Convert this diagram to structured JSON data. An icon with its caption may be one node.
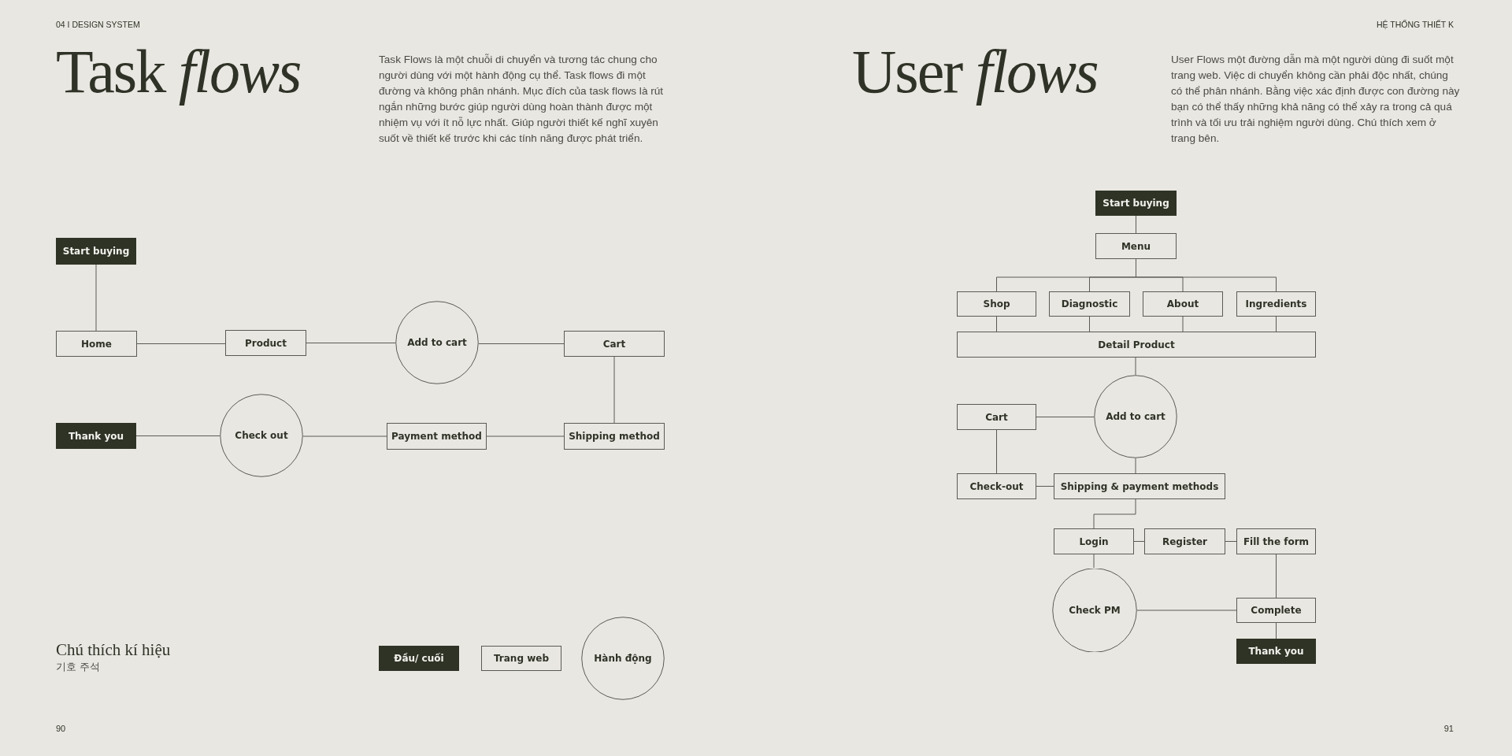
{
  "diagram": {
    "nodes": [
      {
        "text": [
          "Start buying"
        ]
      },
      {
        "text": [
          "Home"
        ]
      },
      {
        "text": [
          "Product"
        ]
      },
      {
        "text": [
          "Add to cart"
        ]
      },
      {
        "text": [
          "Cart"
        ]
      },
      {
        "text": [
          "Thank you"
        ]
      },
      {
        "text": [
          "Check out"
        ]
      },
      {
        "text": [
          "Payment method"
        ]
      },
      {
        "text": [
          "Shipping method"
        ]
      },
      {
        "text": [
          "Start buying"
        ]
      },
      {
        "text": [
          "Menu"
        ]
      },
      {
        "text": [
          "Shop"
        ]
      },
      {
        "text": [
          "Diagnostic"
        ]
      },
      {
        "text": [
          "About"
        ]
      },
      {
        "text": [
          "Ingredients"
        ]
      },
      {
        "text": [
          "Detail Product"
        ]
      },
      {
        "text": [
          "Cart"
        ]
      },
      {
        "text": [
          "Add to cart"
        ]
      },
      {
        "text": [
          "Check-out"
        ]
      },
      {
        "text": [
          "Shipping & payment methods"
        ]
      },
      {
        "text": [
          "Login"
        ]
      },
      {
        "text": [
          "Register"
        ]
      },
      {
        "text": [
          "Fill the form"
        ]
      },
      {
        "text": [
          "Check PM"
        ]
      },
      {
        "text": [
          "Complete"
        ]
      },
      {
        "text": [
          "Thank you"
        ]
      },
      {
        "text": [
          "Đầu/ cuối"
        ]
      },
      {
        "text": [
          "Trang web"
        ]
      },
      {
        "text": [
          "Hành động"
        ]
      }
    ],
    "edges": [
      {
        "from": 0,
        "to": 1,
        "arrow": "none"
      },
      {
        "from": 1,
        "to": 2,
        "arrow": "none"
      },
      {
        "from": 2,
        "to": 3,
        "arrow": "none"
      },
      {
        "from": 3,
        "to": 4,
        "arrow": "none"
      },
      {
        "from": 4,
        "to": 8,
        "arrow": "none"
      },
      {
        "from": 8,
        "to": 7,
        "arrow": "none"
      },
      {
        "from": 7,
        "to": 6,
        "arrow": "none"
      },
      {
        "from": 6,
        "to": 5,
        "arrow": "none"
      },
      {
        "from": 9,
        "to": 10,
        "arrow": "none"
      },
      {
        "from": 10,
        "to": 11,
        "arrow": "none"
      },
      {
        "from": 10,
        "to": 12,
        "arrow": "none"
      },
      {
        "from": 10,
        "to": 13,
        "arrow": "none"
      },
      {
        "from": 10,
        "to": 14,
        "arrow": "none"
      },
      {
        "from": 11,
        "to": 15,
        "arrow": "none"
      },
      {
        "from": 12,
        "to": 15,
        "arrow": "none"
      },
      {
        "from": 13,
        "to": 15,
        "arrow": "none"
      },
      {
        "from": 14,
        "to": 15,
        "arrow": "none"
      },
      {
        "from": 15,
        "to": 17,
        "arrow": "none"
      },
      {
        "from": 17,
        "to": 16,
        "arrow": "none"
      },
      {
        "from": 16,
        "to": 18,
        "arrow": "none"
      },
      {
        "from": 18,
        "to": 19,
        "arrow": "none"
      },
      {
        "from": 17,
        "to": 19,
        "arrow": "none"
      },
      {
        "from": 19,
        "to": 20,
        "arrow": "none"
      },
      {
        "from": 20,
        "to": 21,
        "arrow": "none"
      },
      {
        "from": 21,
        "to": 22,
        "arrow": "none"
      },
      {
        "from": 20,
        "to": 23,
        "arrow": "none"
      },
      {
        "from": 22,
        "to": 24,
        "arrow": "none"
      },
      {
        "from": 23,
        "to": 24,
        "arrow": "none"
      },
      {
        "from": 24,
        "to": 25,
        "arrow": "none"
      }
    ],
    "labels": [
      "04 I DESIGN SYSTEM",
      "HỆ THỐNG THIẾT K",
      "Task *flows*",
      "Task Flows là một chuỗi di chuyển và tương tác chung cho người dùng với một hành động cụ thể. Task flows đi một đường và  không phân nhánh. Mục đích của task flows là rút ngắn những bước giúp người dùng hoàn thành được một nhiệm vụ với ít nỗ lực nhất. Giúp người thiết kế nghĩ xuyên suốt về thiết kế trước khi các tính năng được phát triển.",
      "User *flows*",
      "User Flows một đường dẫn mà một người dùng đi suốt một trang web. Việc di chuyển không cần phải độc nhất, chúng có thể phân nhánh. Bằng việc xác định được con đường này bạn có thể thấy những khả năng có thể xảy ra trong cả quá trình và tối ưu trải nghiệm người dùng. Chú thích xem ở trang bên.",
      "Chú thích kí hiệu",
      "기호 주석",
      "90",
      "91"
    ]
  }
}
